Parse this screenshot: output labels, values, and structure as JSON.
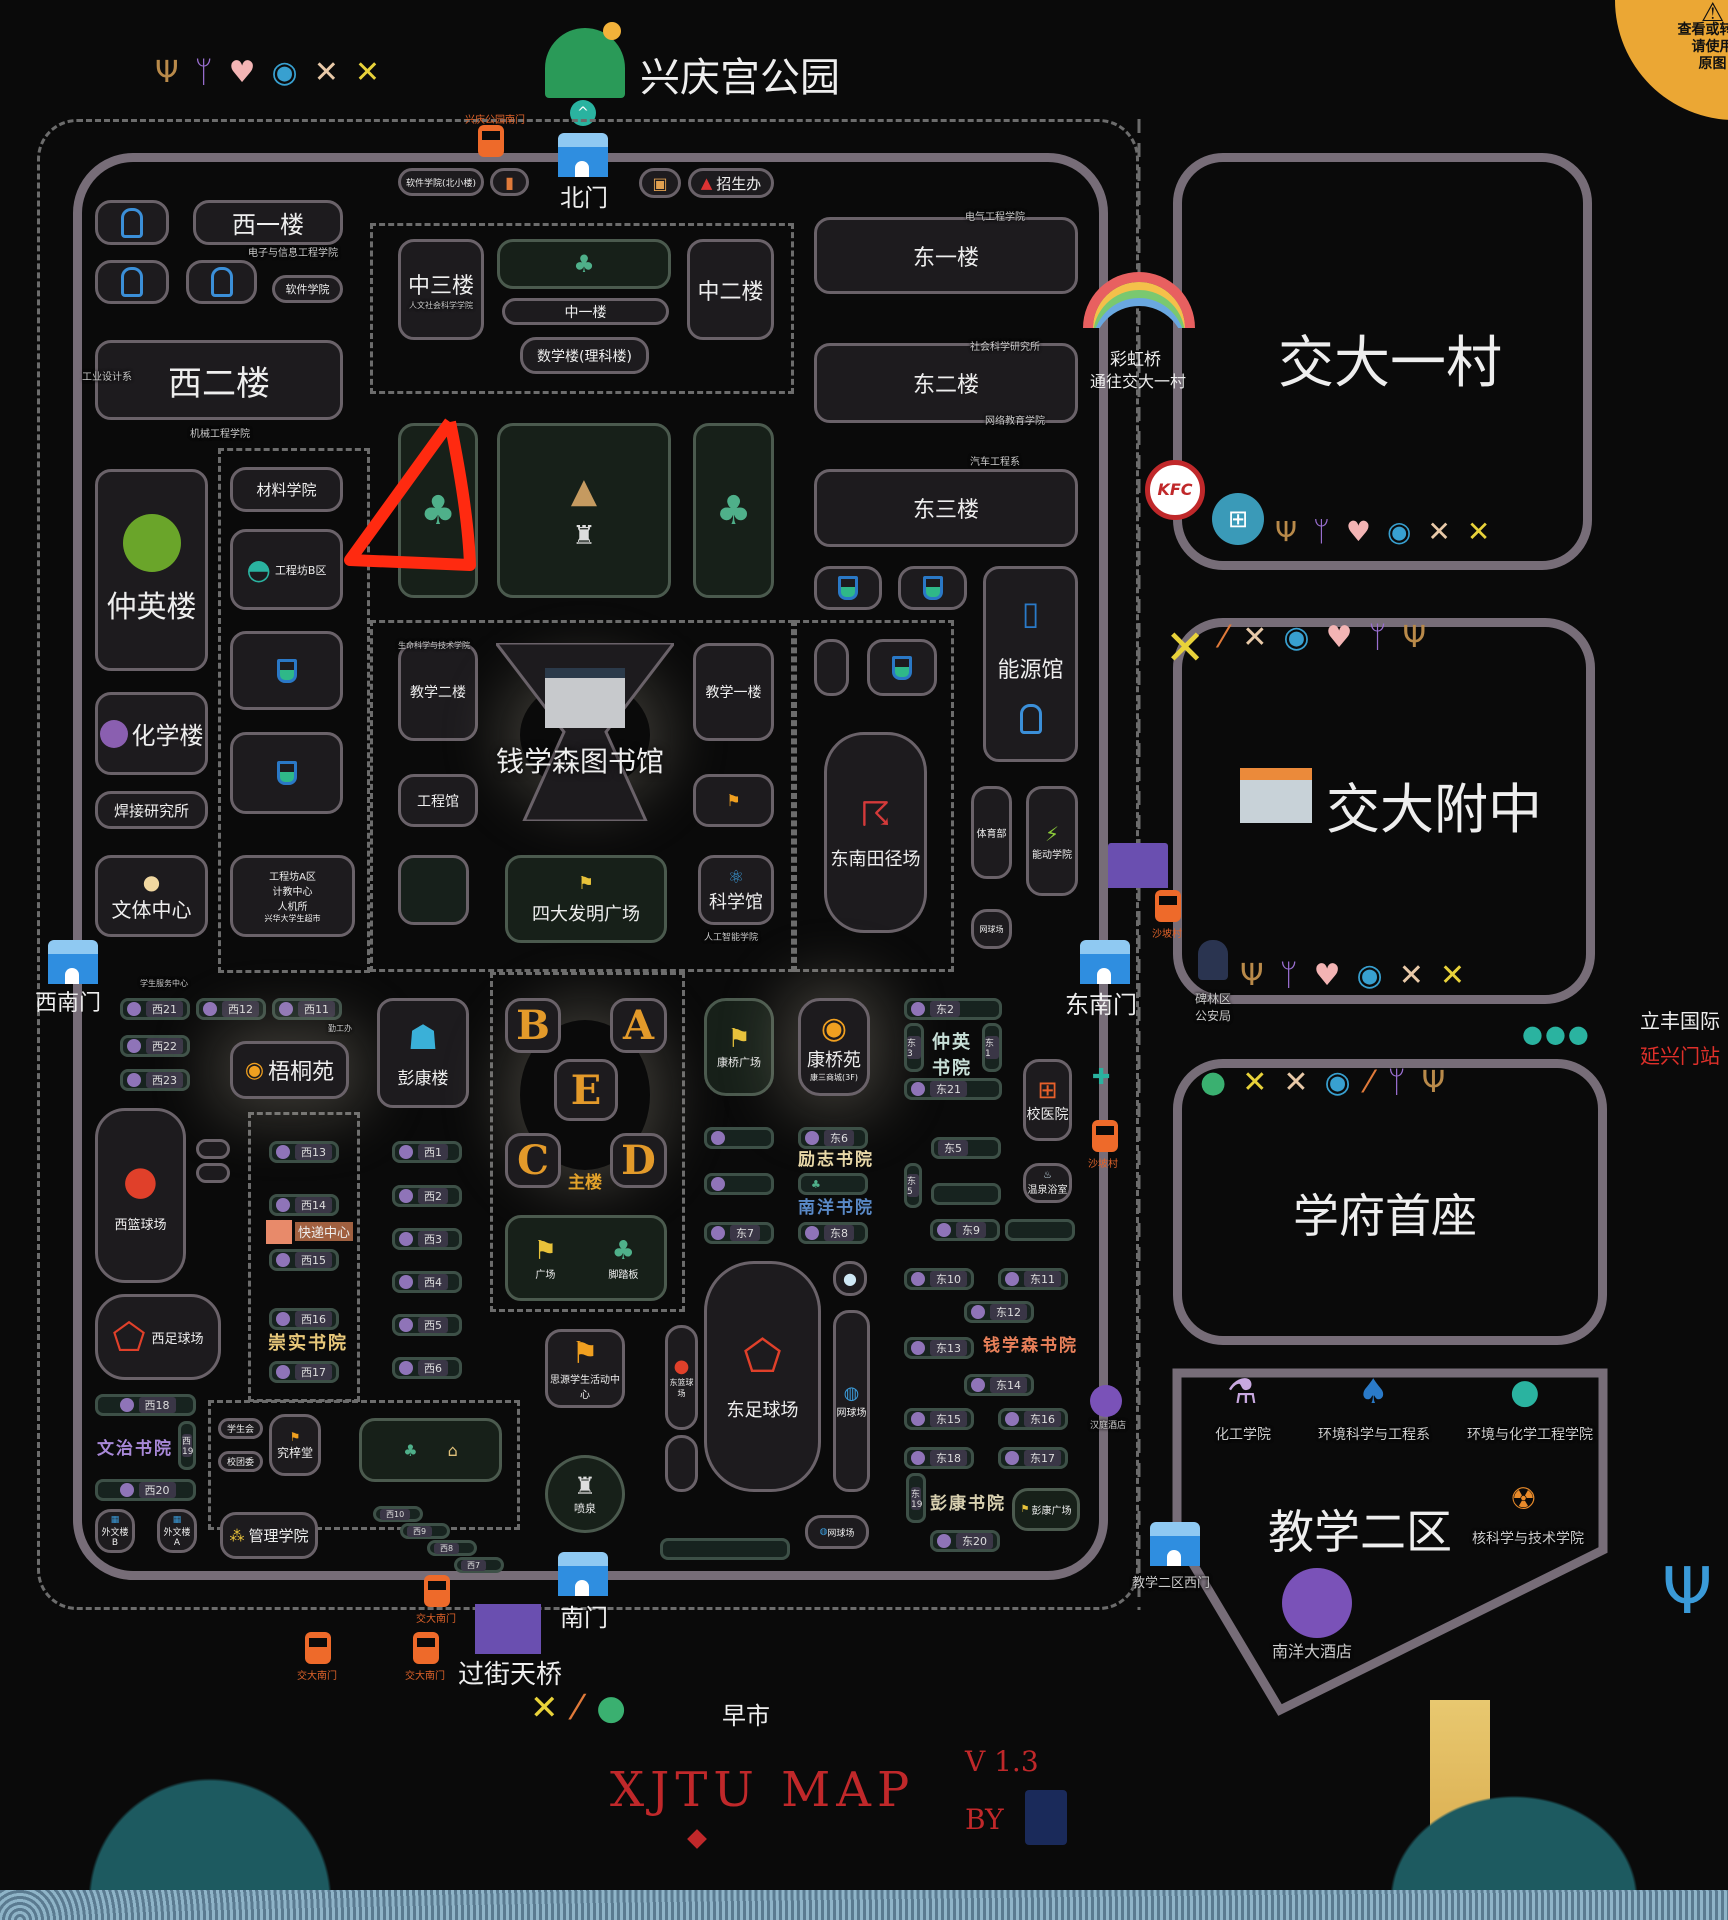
{
  "header": {
    "park": "兴庆宫公园",
    "park_bus": "兴庆公园南门"
  },
  "warning": {
    "line1": "查看或转发",
    "line2": "请使用",
    "line3": "原图"
  },
  "gates": {
    "north": "北门",
    "southwest": "西南门",
    "southeast": "东南门",
    "south": "南门",
    "teach2_west": "教学二区西门"
  },
  "north_row": {
    "software_north": "软件学院(北小楼)",
    "admissions": "招生办"
  },
  "west": {
    "xi1": "西一楼",
    "ee_college": "电子与信息工程学院",
    "software": "软件学院",
    "industrial_design": "工业设计系",
    "xi2": "西二楼",
    "mech": "机械工程学院",
    "zhongying": "仲英楼",
    "materials": "材料学院",
    "workshop_b": "工程坊B区",
    "chemistry": "化学楼",
    "welding": "焊接研究所",
    "sports_center": "文体中心",
    "workshop_a": "工程坊A区",
    "ai_inst": "人机所",
    "computing": "计教中心",
    "supermarket": "兴华大学生超市"
  },
  "center": {
    "zhong3": "中三楼",
    "zhong1": "中一楼",
    "zhong2": "中二楼",
    "math": "数学楼(理科楼)",
    "mgmt_law": "人文社会科学学院",
    "teach2": "教学二楼",
    "teach1": "教学一楼",
    "library": "钱学森图书馆",
    "life_sci": "生命科学与技术学院",
    "eng_hall": "工程馆",
    "four_inventions": "四大发明广场",
    "science_hall": "科学馆",
    "ai_college": "人工智能学院",
    "main_bldg": "主楼",
    "B": "B",
    "A": "A",
    "E": "E",
    "C": "C",
    "D": "D",
    "plaza": "广场",
    "pedal": "脚踏板",
    "siyuan": "思源学生活动中心",
    "fountain": "喷泉",
    "kangqiao_plaza": "康桥广场",
    "kangqiao": "康桥苑",
    "kangqiao_mall": "康三商城(3F)",
    "wutong": "梧桐苑",
    "pengkang": "彭康楼",
    "express": "快递中心",
    "chongshi": "崇实书院",
    "wenzhi": "文治书院",
    "student_union": "学生会",
    "youth_league": "校团委",
    "jiuzi": "究梓堂",
    "management": "管理学院",
    "foreign_b": "外文楼 B",
    "foreign_a": "外文楼 A",
    "basketball_w": "西篮球场",
    "football_w": "西足球场",
    "service_center": "学生服务中心",
    "workstudy": "勤工办"
  },
  "east": {
    "dong1": "东一楼",
    "electrical": "电气工程学院",
    "dong2": "东二楼",
    "social_sci": "社会科学研究所",
    "online_edu": "网络教育学院",
    "auto": "汽车工程系",
    "dong3": "东三楼",
    "energy": "能源馆",
    "track": "东南田径场",
    "pe_dept": "体育部",
    "power_college": "能动学院",
    "tennis": "网球场",
    "zhongying_college": "仲英书院",
    "hospital": "校医院",
    "lizhi": "励志书院",
    "nanyang": "南洋书院",
    "hot_spring": "温泉浴室",
    "football_e": "东足球场",
    "basketball_e": "东篮球场",
    "qxs_college": "钱学森书院",
    "pengkang_college": "彭康书院",
    "pengkang_plaza": "彭康广场",
    "hanting": "汉庭酒店",
    "shajing": "沙坡村"
  },
  "dorms_west": {
    "x21": "西21",
    "x12": "西12",
    "x11": "西11",
    "x22": "西22",
    "x23": "西23",
    "x13": "西13",
    "x14": "西14",
    "x15": "西15",
    "x16": "西16",
    "x17": "西17",
    "x1": "西1",
    "x2": "西2",
    "x3": "西3",
    "x4": "西4",
    "x5": "西5",
    "x6": "西6",
    "x18": "西18",
    "x19": "西19",
    "x20": "西20",
    "x10": "西10",
    "x9": "西9",
    "x8": "西8",
    "x7": "西7"
  },
  "dorms_east": {
    "d2": "东2",
    "d3": "东3",
    "d1": "东1",
    "d21": "东21",
    "d6": "东6",
    "d7": "东7",
    "d8": "东8",
    "d5": "东5",
    "d5b": "东5",
    "d9": "东9",
    "d10": "东10",
    "d11": "东11",
    "d12": "东12",
    "d13": "东13",
    "d14": "东14",
    "d15": "东15",
    "d16": "东16",
    "d18": "东18",
    "d17": "东17",
    "d19": "东19",
    "d20": "东20"
  },
  "outside": {
    "village": "交大一村",
    "rainbow": "彩虹桥",
    "rainbow_sub": "通往交大一村",
    "kfc": "KFC",
    "high_school": "交大附中",
    "police": "碑林区公安局",
    "lifeng": "立丰国际",
    "yanxing": "延兴门站",
    "xuefu": "学府首座",
    "teach_zone2": "教学二区",
    "chem_eng": "化工学院",
    "env_sci": "环境科学与工程系",
    "env_chem": "环境与化学工程学院",
    "nuclear": "核科学与技术学院",
    "nanyang_hotel": "南洋大酒店",
    "overpass": "过街天桥",
    "morning_market": "早市",
    "bus_south1": "交大南门",
    "bus_south2": "交大南门",
    "bus_south3": "交大南门"
  },
  "footer": {
    "title": "XJTU MAP",
    "version": "V 1.3",
    "by": "BY"
  },
  "colors": {
    "bg": "#0a0a0a",
    "road": "#776d78",
    "accent_red": "#c0282a",
    "college_gold": "#e39a2a"
  }
}
